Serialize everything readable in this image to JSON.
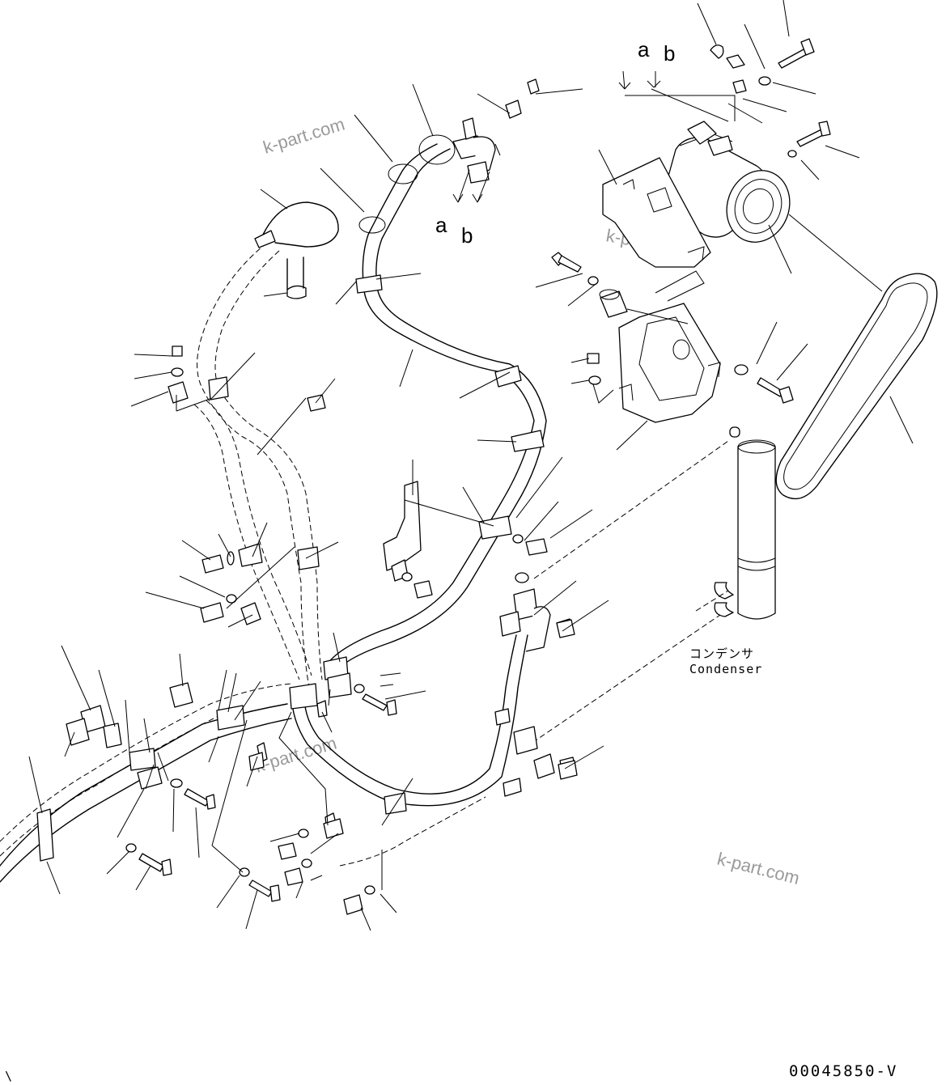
{
  "diagram": {
    "callouts": {
      "a_top": "a",
      "b_top": "b",
      "a_mid": "a",
      "b_mid": "b"
    },
    "component_label": {
      "japanese": "コンデンサ",
      "english": "Condenser"
    },
    "drawing_number": "00045850-V",
    "corner_mark": "\\",
    "watermark": "k-part.com"
  }
}
